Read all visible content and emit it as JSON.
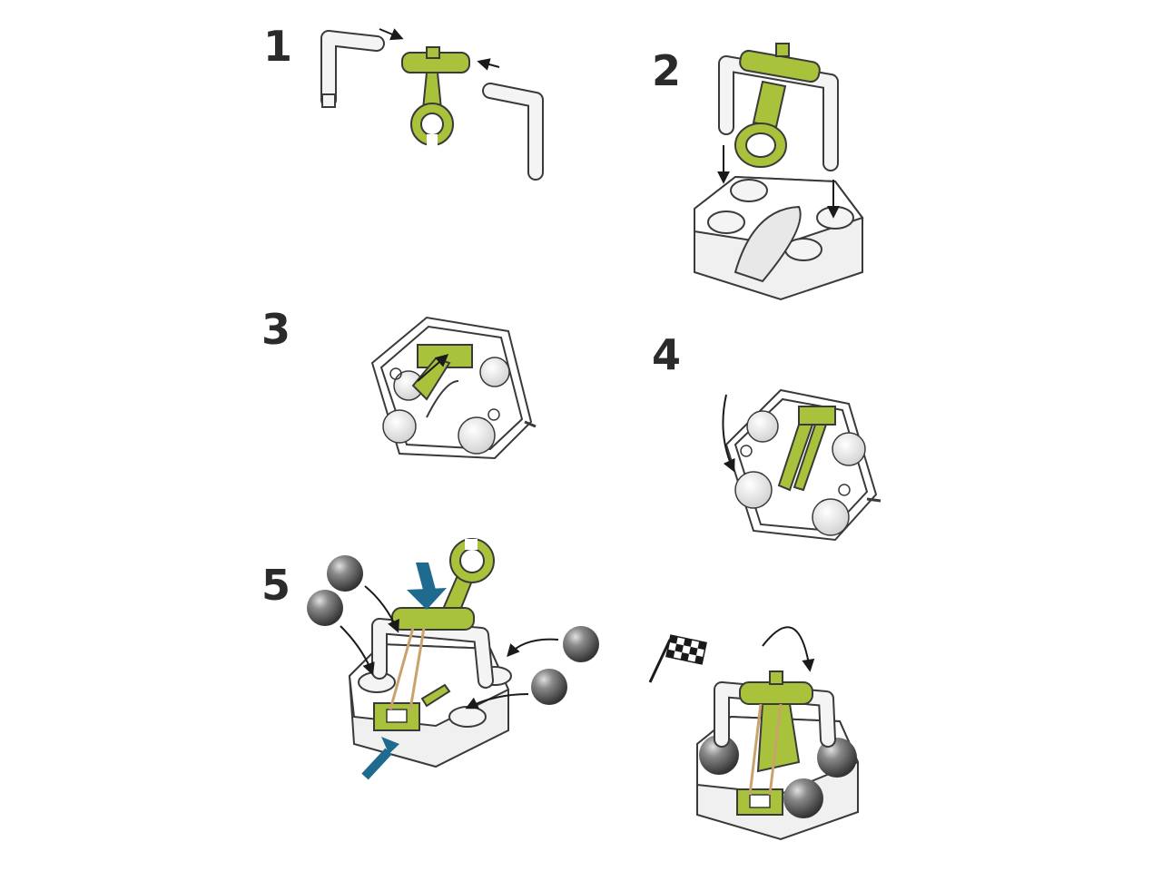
{
  "steps": [
    {
      "number": "1"
    },
    {
      "number": "2"
    },
    {
      "number": "3"
    },
    {
      "number": "4"
    },
    {
      "number": "5"
    }
  ],
  "colors": {
    "part_green": "#a9c23c",
    "part_green_dark": "#6e8420",
    "part_white": "#f4f4f4",
    "outline": "#3a3a3a",
    "ball_dark": "#4a4a4a",
    "ball_light": "#d9d9d9",
    "rubber_band": "#c9a36b",
    "press_arrow_blue": "#1f6b8f",
    "arrow_black": "#1a1a1a"
  },
  "icons": [
    "finish-flag-icon"
  ]
}
